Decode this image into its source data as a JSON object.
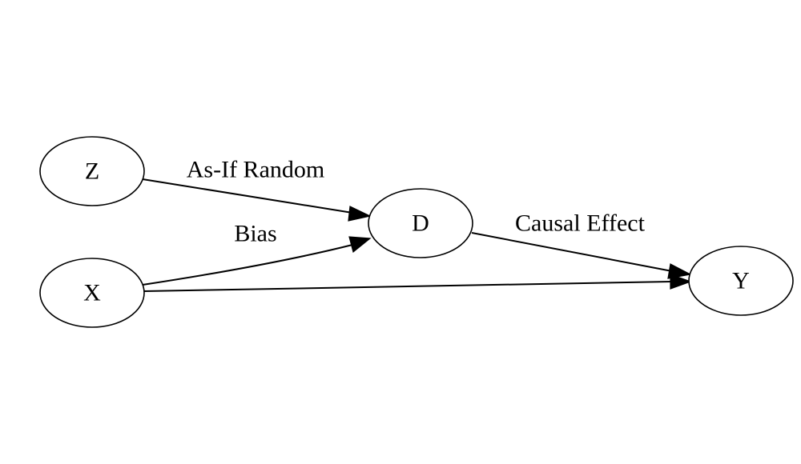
{
  "nodes": {
    "z": {
      "label": "Z"
    },
    "x": {
      "label": "X"
    },
    "d": {
      "label": "D"
    },
    "y": {
      "label": "Y"
    }
  },
  "edges": {
    "z_to_d": {
      "label": "As-If Random"
    },
    "x_to_d": {
      "label": "Bias"
    },
    "d_to_y": {
      "label": "Causal Effect"
    },
    "x_to_y": {
      "label": ""
    }
  },
  "colors": {
    "stroke": "#000000",
    "background": "#ffffff"
  }
}
